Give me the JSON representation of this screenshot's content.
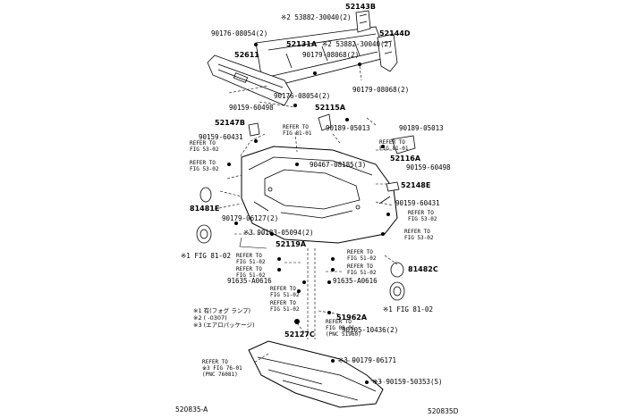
{
  "labels": {
    "p52143B": "52143B",
    "p53882a": "※2 53882-30040(2)",
    "p90176a": "90176-08054(2)",
    "p52131A": "52131A",
    "p52144D": "52144D",
    "p53882b": "※2 53882-30040(2)",
    "p52611": "52611",
    "p90179a": "90179-08068(2)",
    "p90179b": "90179-08068(2)",
    "p90176b": "90176-08054(2)",
    "p90159a": "90159-60498",
    "p52115A": "52115A",
    "p52147B": "52147B",
    "p90189a": "90189-05013",
    "p90189b": "90189-05013",
    "p90159b": "90159-60431",
    "p52116A": "52116A",
    "p90159c": "90159-60498",
    "p90467": "90467-08185(3)",
    "p52148E": "52148E",
    "p81481E": "81481E",
    "p90159d": "90159-60431",
    "p90179c": "90179-06127(2)",
    "p90183": "※3 90183-05094(2)",
    "p52119A": "52119A",
    "p91635a": "91635-A0616",
    "p91635b": "91635-A0616",
    "p81482C": "81482C",
    "p51962A": "51962A",
    "p90105": "90105-10436(2)",
    "p52127C": "52127C",
    "p90179d": "※3 90179-06171",
    "p90159e": "※3 90159-50353(5)"
  },
  "refs": {
    "r1": [
      "REFER TO",
      "FIG 81-01"
    ],
    "r2": [
      "REFER TO",
      "FIG 81-01"
    ],
    "r3": [
      "REFER TO",
      "FIG 53-02"
    ],
    "r4": [
      "REFER TO",
      "FIG 53-02"
    ],
    "r5": [
      "REFER TO",
      "FIG 53-02"
    ],
    "r6": [
      "REFER TO",
      "FIG 53-02"
    ],
    "r7": [
      "REFER TO",
      "FIG 51-02"
    ],
    "r8": [
      "REFER TO",
      "FIG 51-02"
    ],
    "r9": [
      "REFER TO",
      "FIG 51-02"
    ],
    "r10": [
      "REFER TO",
      "FIG 51-02"
    ],
    "r11": [
      "REFER TO",
      "FIG 51-02"
    ],
    "r12": [
      "REFER TO",
      "FIG 51-02"
    ],
    "r13": [
      "REFER TO",
      "FIG 09-01",
      "(PNC 51960)"
    ],
    "r14": [
      "REFER TO",
      "※3 FIG 76-01",
      "(PNC 76081)"
    ]
  },
  "figrefs": {
    "f1": "※1 FIG 81-02",
    "f2": "※1 FIG 81-02"
  },
  "notes": [
    "※1 有(フォグ ランプ)",
    "※2 (    -0307)",
    "※3 (エアロパッケージ)"
  ],
  "codes": {
    "left": "520835-A",
    "right": "520835D"
  }
}
